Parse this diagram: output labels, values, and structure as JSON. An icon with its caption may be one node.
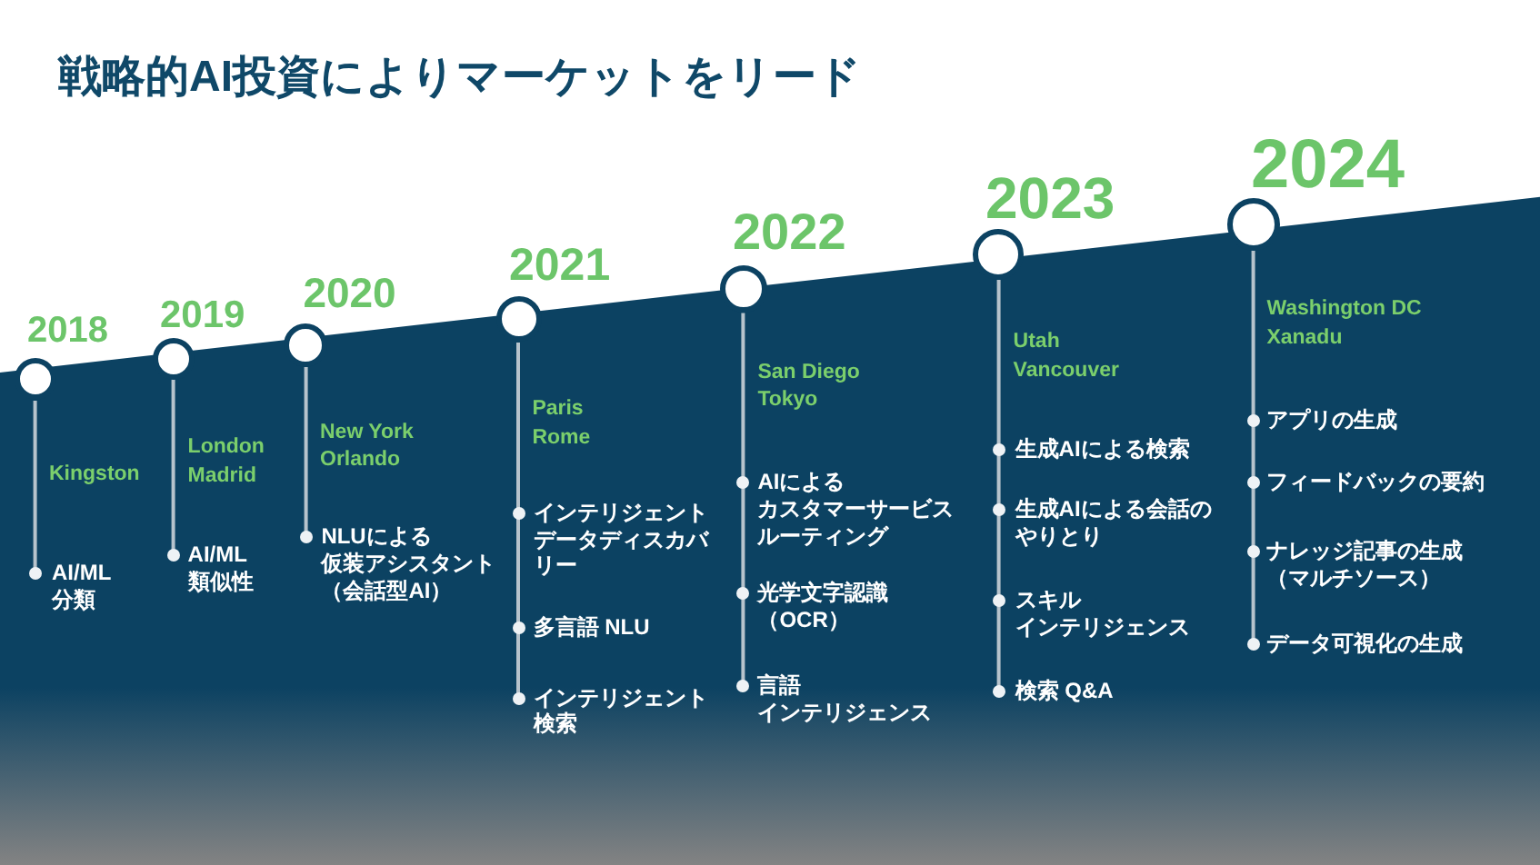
{
  "diagram": {
    "title": "戦略的AI投資によりマーケットをリード",
    "nodes": [
      {
        "text": [
          "2018"
        ],
        "beside": [
          "Kingston",
          "AI/ML分類"
        ]
      },
      {
        "text": [
          "2019"
        ],
        "beside": [
          "London Madrid",
          "AI/ML類似性"
        ]
      },
      {
        "text": [
          "2020"
        ],
        "beside": [
          "New York Orlando",
          "NLUによる仮装アシスタント（会話型AI）"
        ]
      },
      {
        "text": [
          "2021"
        ],
        "beside": [
          "Paris Rome",
          "インテリジェントデータディスカバリー",
          "多言語 NLU",
          "インテリジェント検索"
        ]
      },
      {
        "text": [
          "2022"
        ],
        "beside": [
          "San Diego Tokyo",
          "AIによるカスタマーサービスルーティング",
          "光学文字認識（OCR）",
          "言語インテリジェンス"
        ]
      },
      {
        "text": [
          "2023"
        ],
        "beside": [
          "Utah Vancouver",
          "生成AIによる検索",
          "生成AIによる会話のやりとり",
          "スキルインテリジェンス",
          "検索 Q&A"
        ]
      },
      {
        "text": [
          "2024"
        ],
        "beside": [
          "Washington DC Xanadu",
          "アプリの生成",
          "フィードバックの要約",
          "ナレッジ記事の生成（マルチソース）",
          "データ可視化の生成"
        ]
      }
    ]
  }
}
